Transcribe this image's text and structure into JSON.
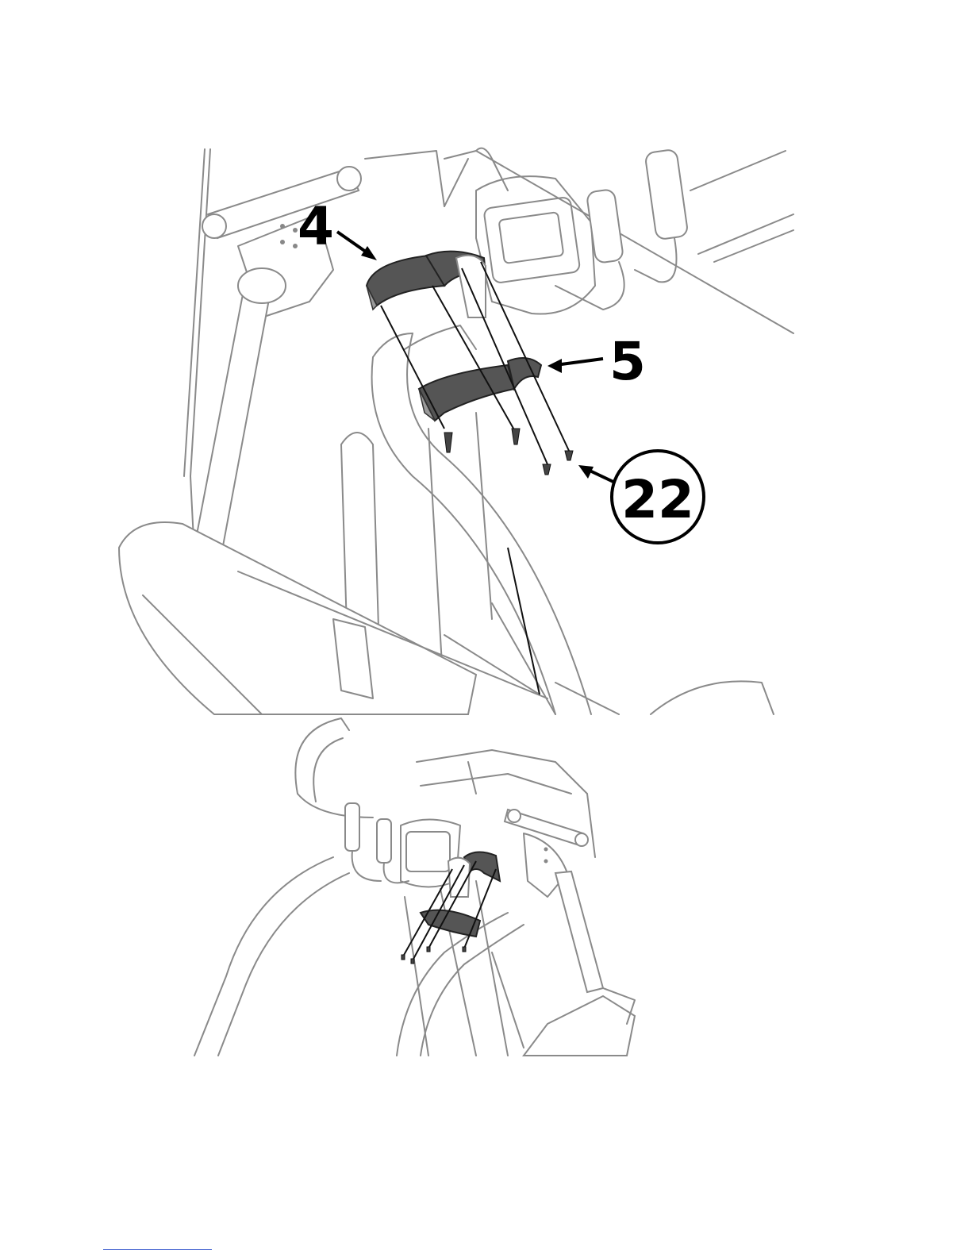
{
  "callouts": {
    "part_4": "4",
    "part_5": "5",
    "part_22": "22"
  },
  "colors": {
    "line_art": "#8a8a8a",
    "highlight_part": "#555555",
    "callout_text": "#000000",
    "footer_rule": "#3355cc"
  }
}
